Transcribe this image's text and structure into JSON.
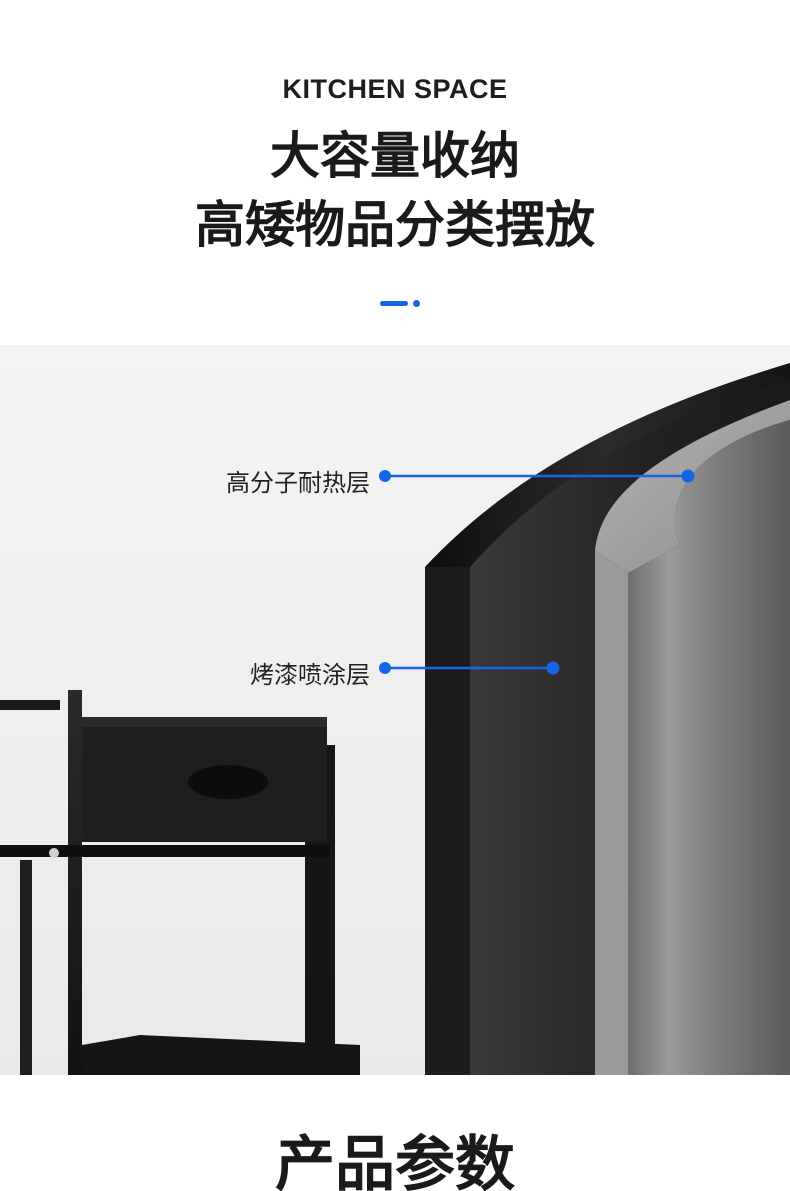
{
  "header": {
    "eyebrow": "KITCHEN SPACE",
    "title_line1": "大容量收纳",
    "title_line2": "高矮物品分类摆放",
    "accent_color": "#1565e6"
  },
  "feature": {
    "callouts": [
      {
        "label": "高分子耐热层"
      },
      {
        "label": "烤漆喷涂层"
      }
    ],
    "accent_color": "#1565e6"
  },
  "next_section": {
    "title": "产品参数"
  }
}
